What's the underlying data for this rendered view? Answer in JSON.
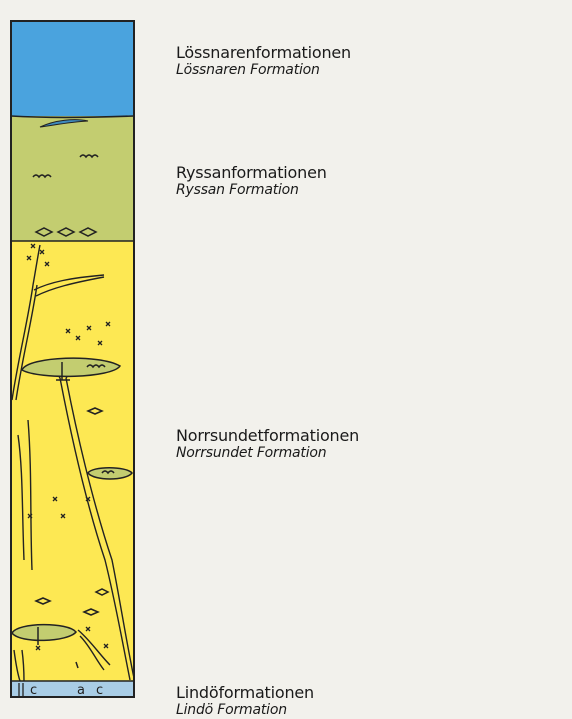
{
  "colors": {
    "losnaren": "#4aa3de",
    "ryssan": "#c3cd70",
    "norrsundet": "#fde853",
    "lindo": "#a9cde6",
    "outline": "#222222",
    "background": "#f2f1ec"
  },
  "formations": [
    {
      "id": "losnaren",
      "swedish": "Lössnarenformationen",
      "english": "Lössnaren Formation"
    },
    {
      "id": "ryssan",
      "swedish": "Ryssanformationen",
      "english": "Ryssan Formation"
    },
    {
      "id": "norrsundet",
      "swedish": "Norrsundetformationen",
      "english": "Norrsundet Formation"
    },
    {
      "id": "lindo",
      "swedish": "Lindöformationen",
      "english": "Lindö Formation"
    }
  ],
  "lindo_letters": [
    "c",
    "a",
    "c"
  ]
}
